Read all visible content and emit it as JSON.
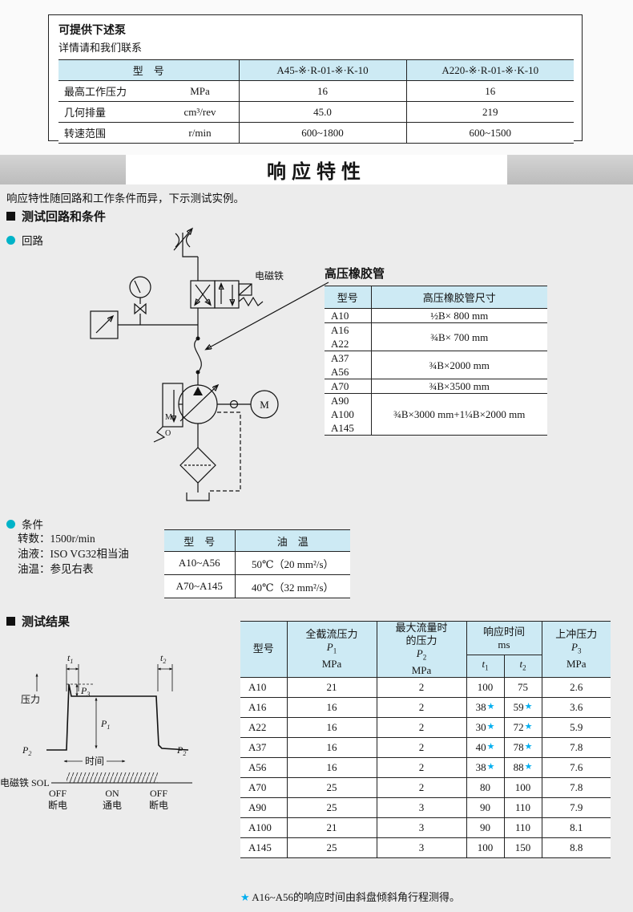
{
  "colors": {
    "accent": "#00b3c8",
    "table_header_bg": "#cdeaf4",
    "star": "#00aeef"
  },
  "top_box": {
    "title": "可提供下述泵",
    "subtitle": "详情请和我们联系",
    "table": {
      "header": [
        "型　号",
        "A45-※·R-01-※·K-10",
        "A220-※·R-01-※·K-10"
      ],
      "rows": [
        {
          "label": "最高工作压力",
          "unit": "MPa",
          "v1": "16",
          "v2": "16"
        },
        {
          "label": "几何排量",
          "unit": "cm³/rev",
          "v1": "45.0",
          "v2": "219"
        },
        {
          "label": "转速范围",
          "unit": "r/min",
          "v1": "600~1800",
          "v2": "600~1500"
        }
      ]
    }
  },
  "banner": {
    "title": "响应特性"
  },
  "intro": "响应特性随回路和工作条件而异，下示测试实例。",
  "sections": {
    "test_circuit": "测试回路和条件",
    "test_results": "测试结果"
  },
  "bullets": {
    "circuit": "回路",
    "conditions": "条件"
  },
  "circuit": {
    "solenoid": "电磁铁",
    "motor": "M",
    "port_m": "M",
    "port_o": "O"
  },
  "hose": {
    "title": "高压橡胶管",
    "table": {
      "header": [
        "型号",
        "高压橡胶管尺寸"
      ],
      "rows": [
        {
          "models": [
            "A10"
          ],
          "size": "½B× 800 mm"
        },
        {
          "models": [
            "A16",
            "A22"
          ],
          "size": "¾B× 700 mm"
        },
        {
          "models": [
            "A37",
            "A56"
          ],
          "size": "¾B×2000 mm"
        },
        {
          "models": [
            "A70"
          ],
          "size": "¾B×3500 mm"
        },
        {
          "models": [
            "A90",
            "A100",
            "A145"
          ],
          "size": "¾B×3000 mm+1¼B×2000 mm"
        }
      ]
    }
  },
  "conditions": {
    "lines": [
      "转数：1500r/min",
      "油液：ISO VG32相当油",
      "油温：参见右表"
    ],
    "table": {
      "header": [
        "型　号",
        "油　温"
      ],
      "rows": [
        {
          "model": "A10~A56",
          "temp": "50℃（20 mm²/s）"
        },
        {
          "model": "A70~A145",
          "temp": "40℃（32 mm²/s）"
        }
      ]
    }
  },
  "waveform": {
    "pressure": "压力",
    "time": "时间",
    "sol": "电磁铁 SOL",
    "t1": {
      "base": "t",
      "sub": "1"
    },
    "t2": {
      "base": "t",
      "sub": "2"
    },
    "p1": {
      "base": "P",
      "sub": "1"
    },
    "p2": {
      "base": "P",
      "sub": "2"
    },
    "p3": {
      "base": "P",
      "sub": "3"
    },
    "off1": "OFF",
    "off1_cn": "断电",
    "on": "ON",
    "on_cn": "通电",
    "off2": "OFF",
    "off2_cn": "断电"
  },
  "results": {
    "header": {
      "model": "型号",
      "full_cutoff": {
        "l1": "全截流压力",
        "sym": "P",
        "sub": "1",
        "unit": "MPa"
      },
      "max_flow": {
        "l1": "最大流量时",
        "l2": "的压力",
        "sym": "P",
        "sub": "2",
        "unit": "MPa"
      },
      "response": {
        "l1": "响应时间",
        "unit": "ms",
        "t1": {
          "base": "t",
          "sub": "1"
        },
        "t2": {
          "base": "t",
          "sub": "2"
        }
      },
      "overshoot": {
        "l1": "上冲压力",
        "sym": "P",
        "sub": "3",
        "unit": "MPa"
      }
    },
    "rows": [
      [
        "A10",
        "21",
        "2",
        "100",
        "75",
        "2.6"
      ],
      [
        "A16",
        "16",
        "2",
        "38*",
        "59*",
        "3.6"
      ],
      [
        "A22",
        "16",
        "2",
        "30*",
        "72*",
        "5.9"
      ],
      [
        "A37",
        "16",
        "2",
        "40*",
        "78*",
        "7.8"
      ],
      [
        "A56",
        "16",
        "2",
        "38*",
        "88*",
        "7.6"
      ],
      [
        "A70",
        "25",
        "2",
        "80",
        "100",
        "7.8"
      ],
      [
        "A90",
        "25",
        "3",
        "90",
        "110",
        "7.9"
      ],
      [
        "A100",
        "21",
        "3",
        "90",
        "110",
        "8.1"
      ],
      [
        "A145",
        "25",
        "3",
        "100",
        "150",
        "8.8"
      ]
    ],
    "footnote_star": "★",
    "footnote": "A16~A56的响应时间由斜盘倾斜角行程测得。"
  }
}
